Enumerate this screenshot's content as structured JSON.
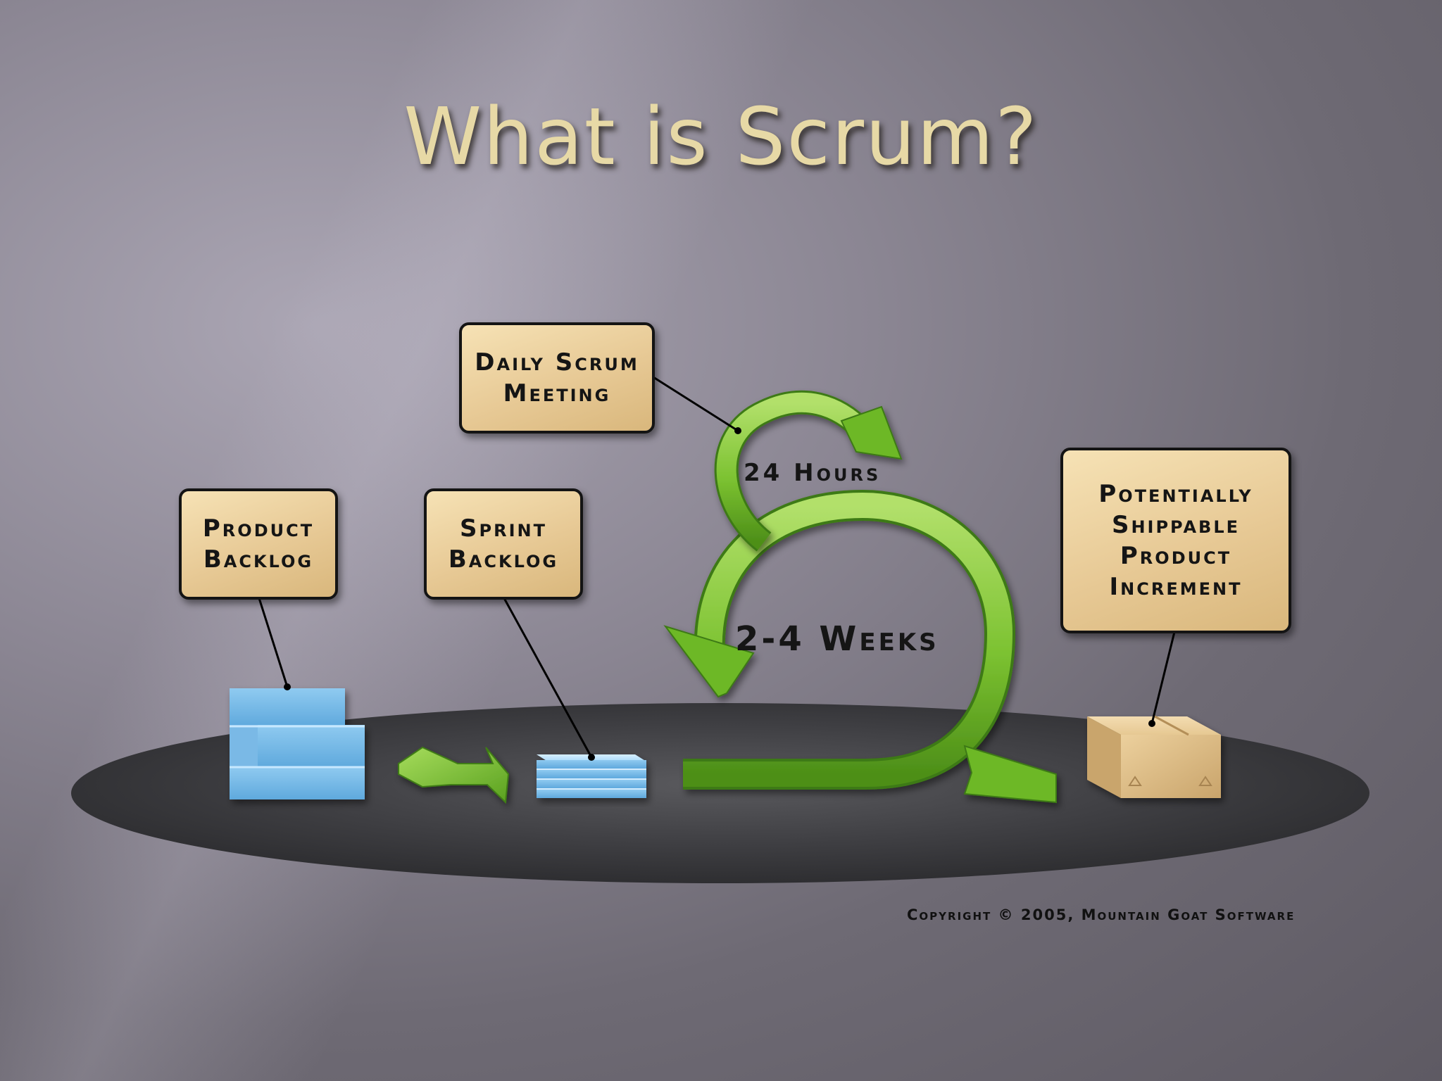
{
  "slide": {
    "title": "What is Scrum?",
    "copyright": "Copyright © 2005, Mountain Goat Software"
  },
  "callouts": {
    "daily_scrum": "Daily Scrum\nMeeting",
    "product_backlog": "Product\nBacklog",
    "sprint_backlog": "Sprint\nBacklog",
    "increment": "Potentially\nShippable\nProduct\nIncrement"
  },
  "cycle": {
    "daily_label": "24 Hours",
    "sprint_label": "2-4 Weeks"
  },
  "colors": {
    "title": "#e7d9a6",
    "callout_fill": "#ecd3a0",
    "arrow_green": "#78c22f",
    "backlog_blue": "#9fd3f3",
    "box_tan": "#e2c38f"
  }
}
